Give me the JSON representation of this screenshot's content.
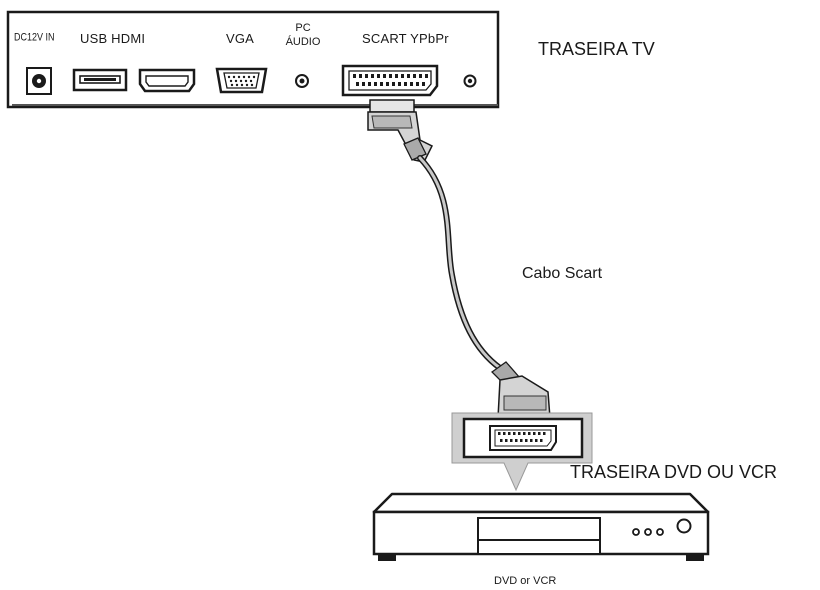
{
  "tv_panel": {
    "title": "TRASEIRA TV",
    "ports": {
      "dc_in": "DC12V IN",
      "usb_hdmi": "USB HDMI",
      "vga": "VGA",
      "pc_audio_line1": "PC",
      "pc_audio_line2": "ÁUDIO",
      "scart_ypbpr": "SCART YPbPr"
    }
  },
  "cable": {
    "label": "Cabo Scart"
  },
  "device": {
    "title": "TRASEIRA DVD OU VCR",
    "label": "DVD or VCR"
  },
  "colors": {
    "line": "#1a1a1a",
    "callout_fill": "#cfcfcf",
    "panel_fill": "#ffffff"
  }
}
